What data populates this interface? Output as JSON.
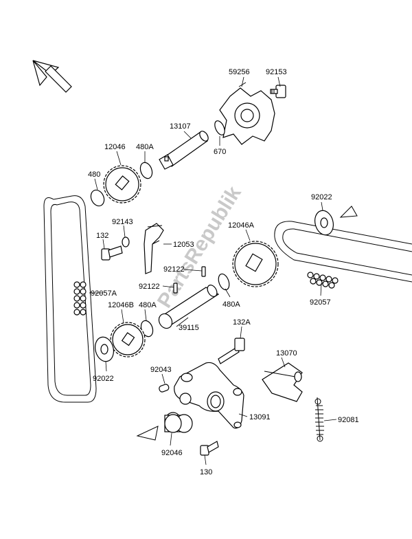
{
  "watermark": "PartsRepublik",
  "parts": {
    "p59256": "59256",
    "p92153": "92153",
    "p13107": "13107",
    "p670": "670",
    "p12046": "12046",
    "p480A_top": "480A",
    "p480": "480",
    "p92022_top": "92022",
    "p92143": "92143",
    "p132": "132",
    "p12053": "12053",
    "p12046A": "12046A",
    "p92122_a": "92122",
    "p92122_b": "92122",
    "p92057A": "92057A",
    "p12046B": "12046B",
    "p480A_mid": "480A",
    "p480A_right": "480A",
    "p39115": "39115",
    "p92057": "92057",
    "p132A": "132A",
    "p92022_bottom": "92022",
    "p92043": "92043",
    "p13070": "13070",
    "p13091": "13091",
    "p92081": "92081",
    "p92046": "92046",
    "p130": "130"
  }
}
